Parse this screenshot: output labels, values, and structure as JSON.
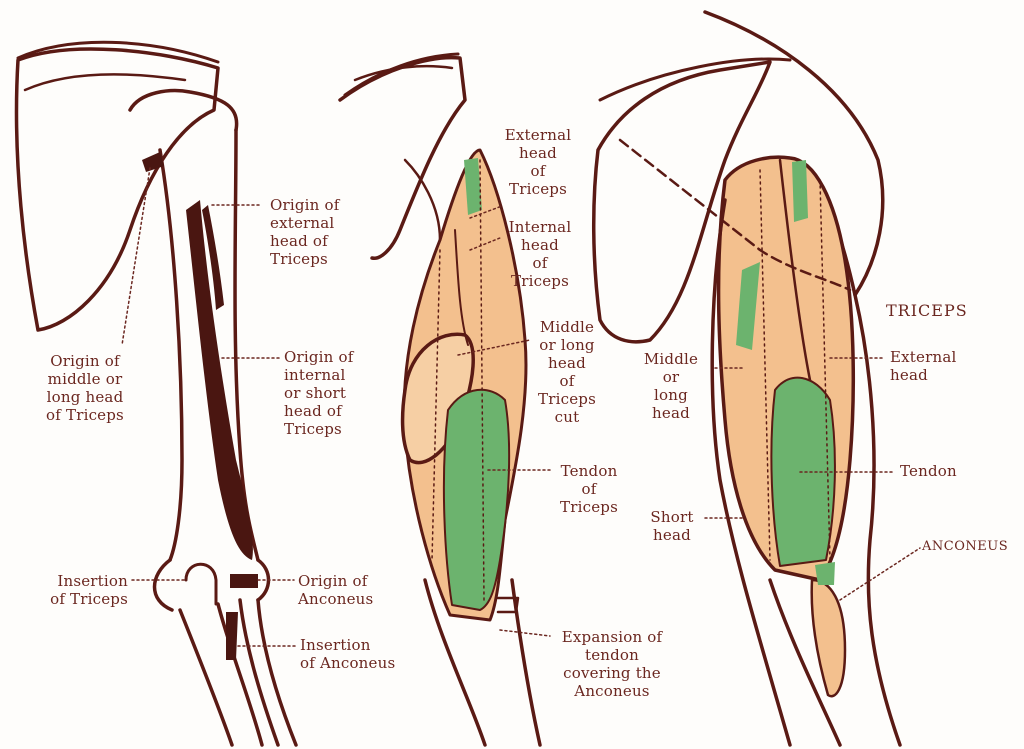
{
  "title": "TRICEPS",
  "colors": {
    "outline": "#5a1a14",
    "muscle_fill": "#f3c08e",
    "tendon_fill": "#6cb36e",
    "bone_mark": "#4a1611",
    "label_text": "#6b2720",
    "background": "#fefdfb"
  },
  "figures": [
    {
      "id": "bone-view",
      "labels": {
        "external_origin": "Origin of\nexternal\nhead of\nTriceps",
        "long_origin": "Origin of\nmiddle or\nlong head\nof Triceps",
        "internal_origin": "Origin of\ninternal\nor short\nhead of\nTriceps",
        "insertion": "Insertion\nof Triceps",
        "anconeus_origin": "Origin of\nAnconeus",
        "anconeus_insertion": "Insertion\nof Anconeus"
      }
    },
    {
      "id": "dissected-view",
      "labels": {
        "external_head": "External\nhead\nof\nTriceps",
        "internal_head": "Internal\nhead\nof\nTriceps",
        "long_head_cut": "Middle\nor long\nhead\nof\nTriceps\ncut",
        "tendon": "Tendon\nof\nTriceps",
        "expansion": "Expansion of\ntendon\ncovering the\nAnconeus"
      }
    },
    {
      "id": "muscle-view",
      "labels": {
        "long_head": "Middle\nor\nlong\nhead",
        "external_head": "External\nhead",
        "tendon": "Tendon",
        "short_head": "Short\nhead",
        "anconeus": "ANCONEUS"
      }
    }
  ]
}
